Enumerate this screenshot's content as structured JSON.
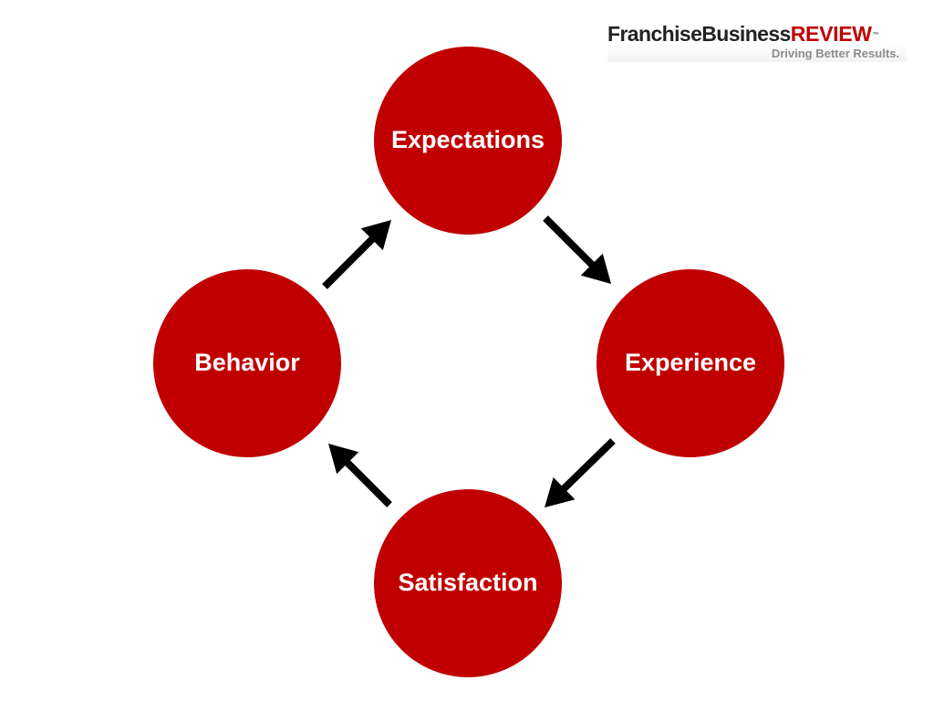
{
  "logo": {
    "name": "FranchiseBusiness",
    "highlight": "REVIEW",
    "trademark": "™",
    "tagline": "Driving Better Results."
  },
  "diagram": {
    "nodes": [
      {
        "id": "expectations",
        "label": "Expectations"
      },
      {
        "id": "experience",
        "label": "Experience"
      },
      {
        "id": "satisfaction",
        "label": "Satisfaction"
      },
      {
        "id": "behavior",
        "label": "Behavior"
      }
    ],
    "edges": [
      {
        "from": "expectations",
        "to": "experience"
      },
      {
        "from": "experience",
        "to": "satisfaction"
      },
      {
        "from": "satisfaction",
        "to": "behavior"
      },
      {
        "from": "behavior",
        "to": "expectations"
      }
    ],
    "colors": {
      "node_fill": "#c00000",
      "node_text": "#ffffff",
      "arrow": "#000000",
      "brand_accent": "#c00000"
    }
  }
}
